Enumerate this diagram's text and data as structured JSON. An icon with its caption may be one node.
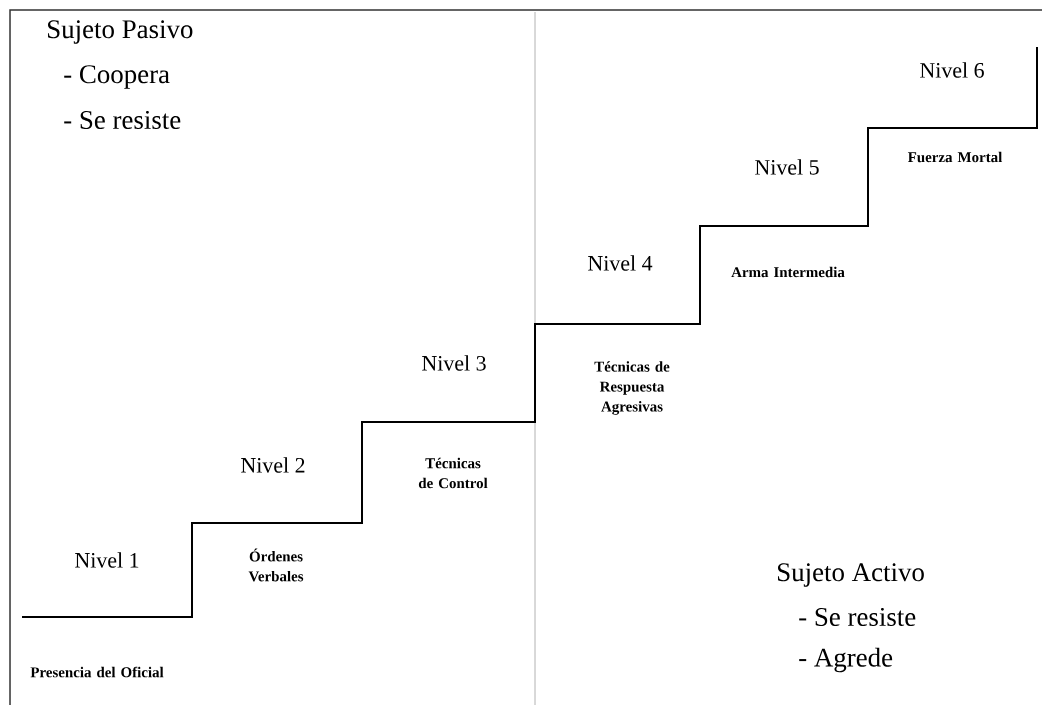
{
  "diagram": {
    "labels": [
      "Sujeto Pasivo",
      "- Coopera",
      "- Se resiste",
      "Nivel 6",
      "Nivel 5",
      "Fuerza Mortal",
      "Nivel 4",
      "Arma Intermedia",
      "Nivel 3",
      "Técnicas de Respuesta Agresivas",
      "Nivel 2",
      "Técnicas de Control",
      "Nivel 1",
      "Órdenes Verbales",
      "Sujeto Activo",
      "- Se resiste",
      "- Agrede",
      "Presencia del Oficial"
    ]
  }
}
